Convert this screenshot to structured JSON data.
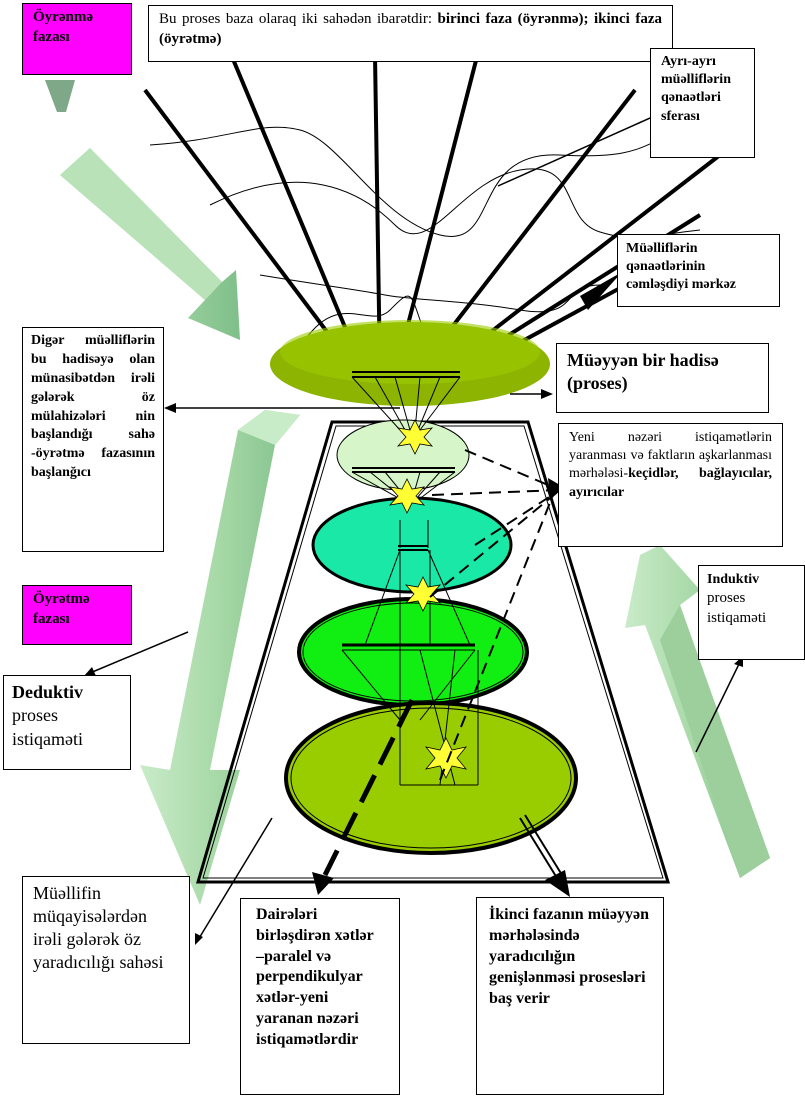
{
  "labels": {
    "learning_phase": "Öyrənmə fazası",
    "top_desc_a": "Bu proses baza olaraq iki sahədən ibarətdir: ",
    "top_desc_b": "birinci faza (öyrənmə); ikinci faza (öyrətmə)",
    "authors_sphere": "Ayrı-ayrı müəlliflərin qənaətləri sferası",
    "center_of_authors": "Müəlliflərin qənaətlərinin cəmləşdiyi mərkəz",
    "other_authors": "Digər müəlliflərin bu hadisəyə olan münasibətdən irəli gələrək öz mülahizələri nin başlandığı sahə -öyrətmə fazasının başlanğıcı",
    "specific_event": "Müəyyən bir hadisə (proses)",
    "new_directions_a": "Yeni nəzəri istiqamətlərin yaranması və faktların aşkarlanması mərhələsi-",
    "new_directions_b": "keçidlər, bağlayıcılar, ayırıcılar",
    "teaching_phase": "Öyrətmə fazası",
    "inductive_a": "Induktiv",
    "inductive_b": "proses istiqaməti",
    "deductive_a": "Deduktiv",
    "deductive_b": "proses istiqaməti",
    "author_creativity": "Müəllifin müqayisələrdən irəli gələrək öz yaradıcılığı sahəsi",
    "circle_lines": "Dairələri birləşdirən xətlər –paralel və perpendikulyar xətlər-yeni yaranan nəzəri istiqamətlərdir",
    "second_phase": "İkinci fazanın müəyyən mərhələsində yaradıcılığın genişlənməsi prosesləri baş verir"
  },
  "colors": {
    "magenta": "#ff00ff",
    "olive": "#8cb400",
    "pale_green": "#d6f5c8",
    "teal_green": "#19e8a6",
    "bright_green": "#11ee11",
    "lime": "#9acd00",
    "arrow_green": "#a6d8a6",
    "star": "#ffff33"
  }
}
